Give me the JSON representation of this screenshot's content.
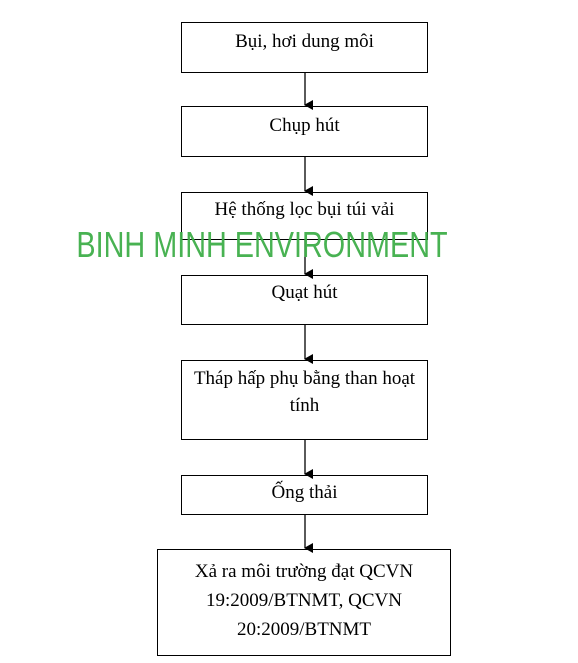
{
  "flow": {
    "steps": [
      "Bụi, hơi dung môi",
      "Chụp hút",
      "Hệ thống lọc bụi túi vải",
      "Quạt hút",
      "Tháp hấp phụ bằng than hoạt tính",
      "Ống thải",
      "Xả ra môi trường đạt QCVN 19:2009/BTNMT, QCVN 20:2009/BTNMT"
    ],
    "line_color": "#000000"
  },
  "watermark": {
    "text": "BINH MINH ENVIRONMENT",
    "color": "#3fae49"
  }
}
